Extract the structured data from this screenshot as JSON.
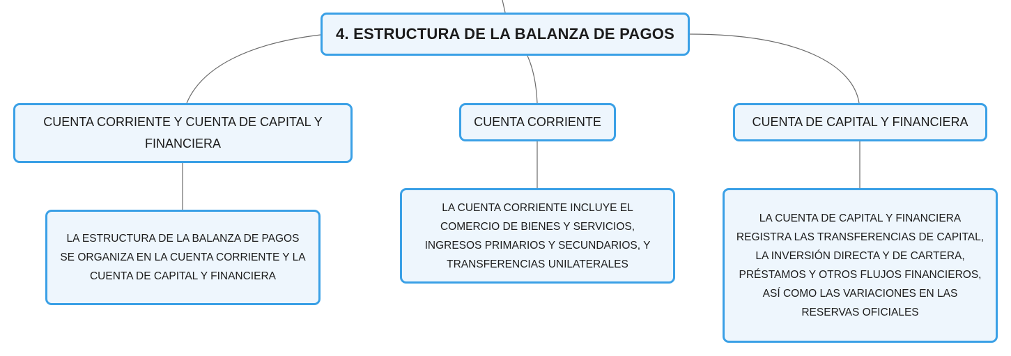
{
  "map": {
    "root": {
      "label": "4. ESTRUCTURA DE LA BALANZA DE PAGOS"
    },
    "branches": [
      {
        "label": "CUENTA CORRIENTE Y CUENTA DE CAPITAL Y\nFINANCIERA",
        "detail": "LA ESTRUCTURA DE LA BALANZA DE PAGOS\nSE ORGANIZA EN LA CUENTA CORRIENTE Y LA\nCUENTA DE CAPITAL Y FINANCIERA"
      },
      {
        "label": "CUENTA CORRIENTE",
        "detail": "LA CUENTA CORRIENTE INCLUYE EL\nCOMERCIO DE BIENES Y SERVICIOS,\nINGRESOS PRIMARIOS Y SECUNDARIOS, Y\nTRANSFERENCIAS UNILATERALES"
      },
      {
        "label": "CUENTA DE CAPITAL Y FINANCIERA",
        "detail": "LA CUENTA DE CAPITAL Y FINANCIERA\nREGISTRA LAS TRANSFERENCIAS DE CAPITAL,\nLA INVERSIÓN DIRECTA Y DE CARTERA,\nPRÉSTAMOS Y OTROS FLUJOS FINANCIEROS,\nASÍ COMO LAS VARIACIONES EN LAS\nRESERVAS OFICIALES"
      }
    ]
  },
  "colors": {
    "node_border": "#3aa0e6",
    "node_fill": "#eef6fd",
    "connector": "#6b6b6b",
    "text": "#1c1c1c"
  }
}
